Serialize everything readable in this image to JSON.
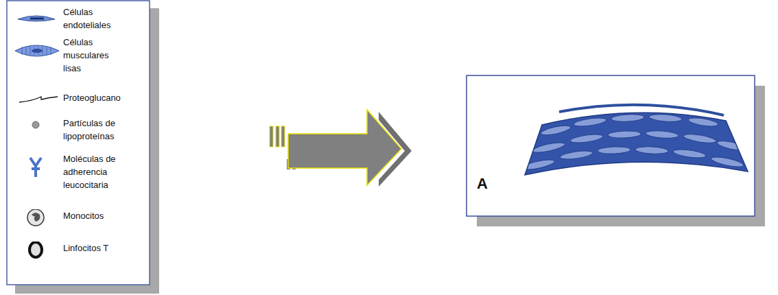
{
  "diagram": {
    "labels": [
      "A"
    ],
    "legend": [
      {
        "text": "Células endoteliales"
      },
      {
        "text": "Células musculares lisas"
      },
      {
        "text": "Proteoglucano"
      },
      {
        "text": "Partículas de lipoproteínas"
      },
      {
        "text": "Moléculas de adherencia leucocitaria"
      },
      {
        "text": "Monocitos"
      },
      {
        "text": "Linfocitos T"
      }
    ]
  }
}
